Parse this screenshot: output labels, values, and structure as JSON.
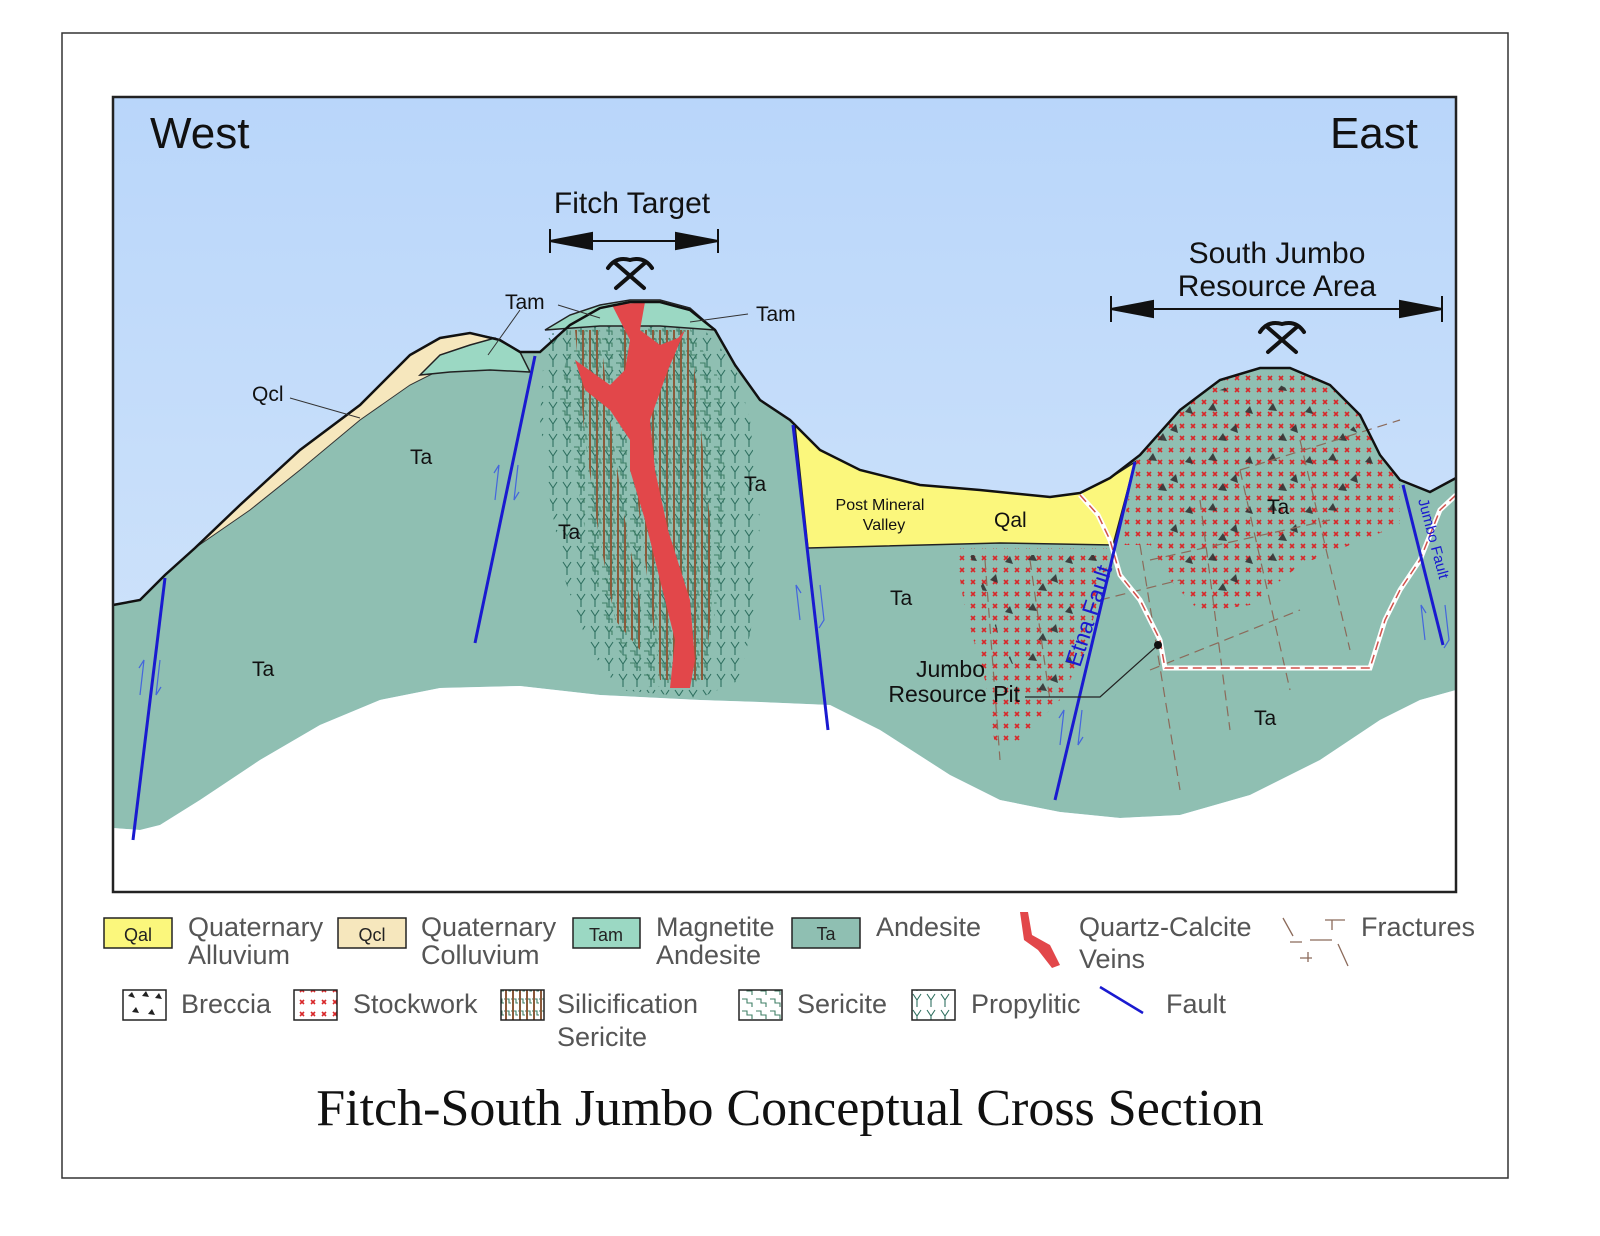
{
  "title": "Fitch-South Jumbo Conceptual Cross Section",
  "directions": {
    "west": "West",
    "east": "East"
  },
  "targets": {
    "fitch": "Fitch Target",
    "south_jumbo_line1": "South Jumbo",
    "south_jumbo_line2": "Resource Area"
  },
  "labels": {
    "tam_left": "Tam",
    "tam_right": "Tam",
    "qcl": "Qcl",
    "ta_1": "Ta",
    "ta_2": "Ta",
    "ta_3": "Ta",
    "ta_4": "Ta",
    "ta_5": "Ta",
    "ta_6": "Ta",
    "ta_7": "Ta",
    "post_mineral_1": "Post Mineral",
    "post_mineral_2": "Valley",
    "qal": "Qal",
    "jumbo_pit_1": "Jumbo",
    "jumbo_pit_2": "Resource Pit",
    "etna_fault": "Etna Fault",
    "jumbo_fault": "Jumbo Fault"
  },
  "legend": {
    "qal": {
      "code": "Qal",
      "line1": "Quaternary",
      "line2": "Alluvium",
      "color": "#fbf77c"
    },
    "qcl": {
      "code": "Qcl",
      "line1": "Quaternary",
      "line2": "Colluvium",
      "color": "#f6e7bd"
    },
    "tam": {
      "code": "Tam",
      "line1": "Magnetite",
      "line2": "Andesite",
      "color": "#9bd8c3"
    },
    "ta": {
      "code": "Ta",
      "line1": "Andesite",
      "color": "#8fbfb2"
    },
    "veins": {
      "line1": "Quartz-Calcite",
      "line2": "Veins",
      "color": "#e2474a"
    },
    "fractures": {
      "line1": "Fractures"
    },
    "breccia": {
      "line1": "Breccia"
    },
    "stockwork": {
      "line1": "Stockwork"
    },
    "silicification": {
      "line1": "Silicification",
      "line2": "Sericite"
    },
    "sericite": {
      "line1": "Sericite"
    },
    "propylitic": {
      "line1": "Propylitic"
    },
    "fault": {
      "line1": "Fault",
      "color": "#1a1ad0"
    }
  },
  "icons": {
    "mine": "crossed-pickaxes-icon"
  },
  "colors": {
    "sky": "#c3dcfa",
    "ground": "#8fbfb2",
    "fault": "#1a1ad0",
    "vein": "#e2474a",
    "stockwork": "#d8282a"
  }
}
